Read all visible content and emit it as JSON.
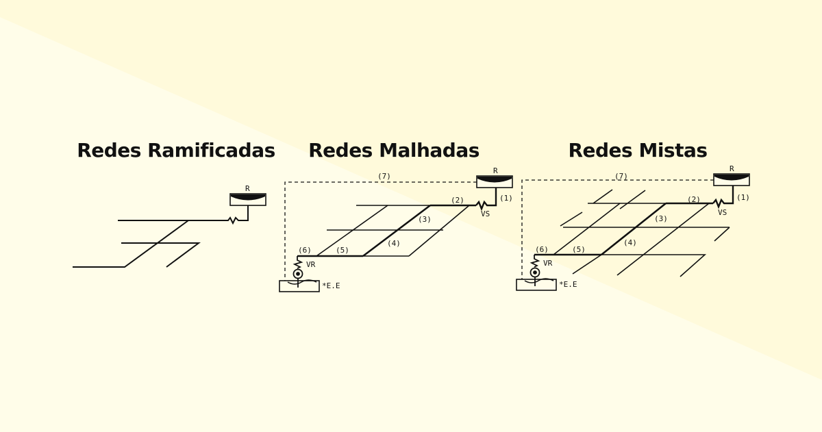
{
  "titles": {
    "ramificadas": "Redes Ramificadas",
    "malhadas": "Redes Malhadas",
    "mistas": "Redes Mistas"
  },
  "labels": {
    "reservoir": "R",
    "vs": "VS",
    "vr": "VR",
    "station": "*E.E",
    "seg1": "(1)",
    "seg2": "(2)",
    "seg3": "(3)",
    "seg4": "(4)",
    "seg5": "(5)",
    "seg6": "(6)",
    "seg7": "(7)"
  },
  "colors": {
    "background": "#fffde9",
    "band": "#fffadb",
    "ink": "#111111"
  }
}
